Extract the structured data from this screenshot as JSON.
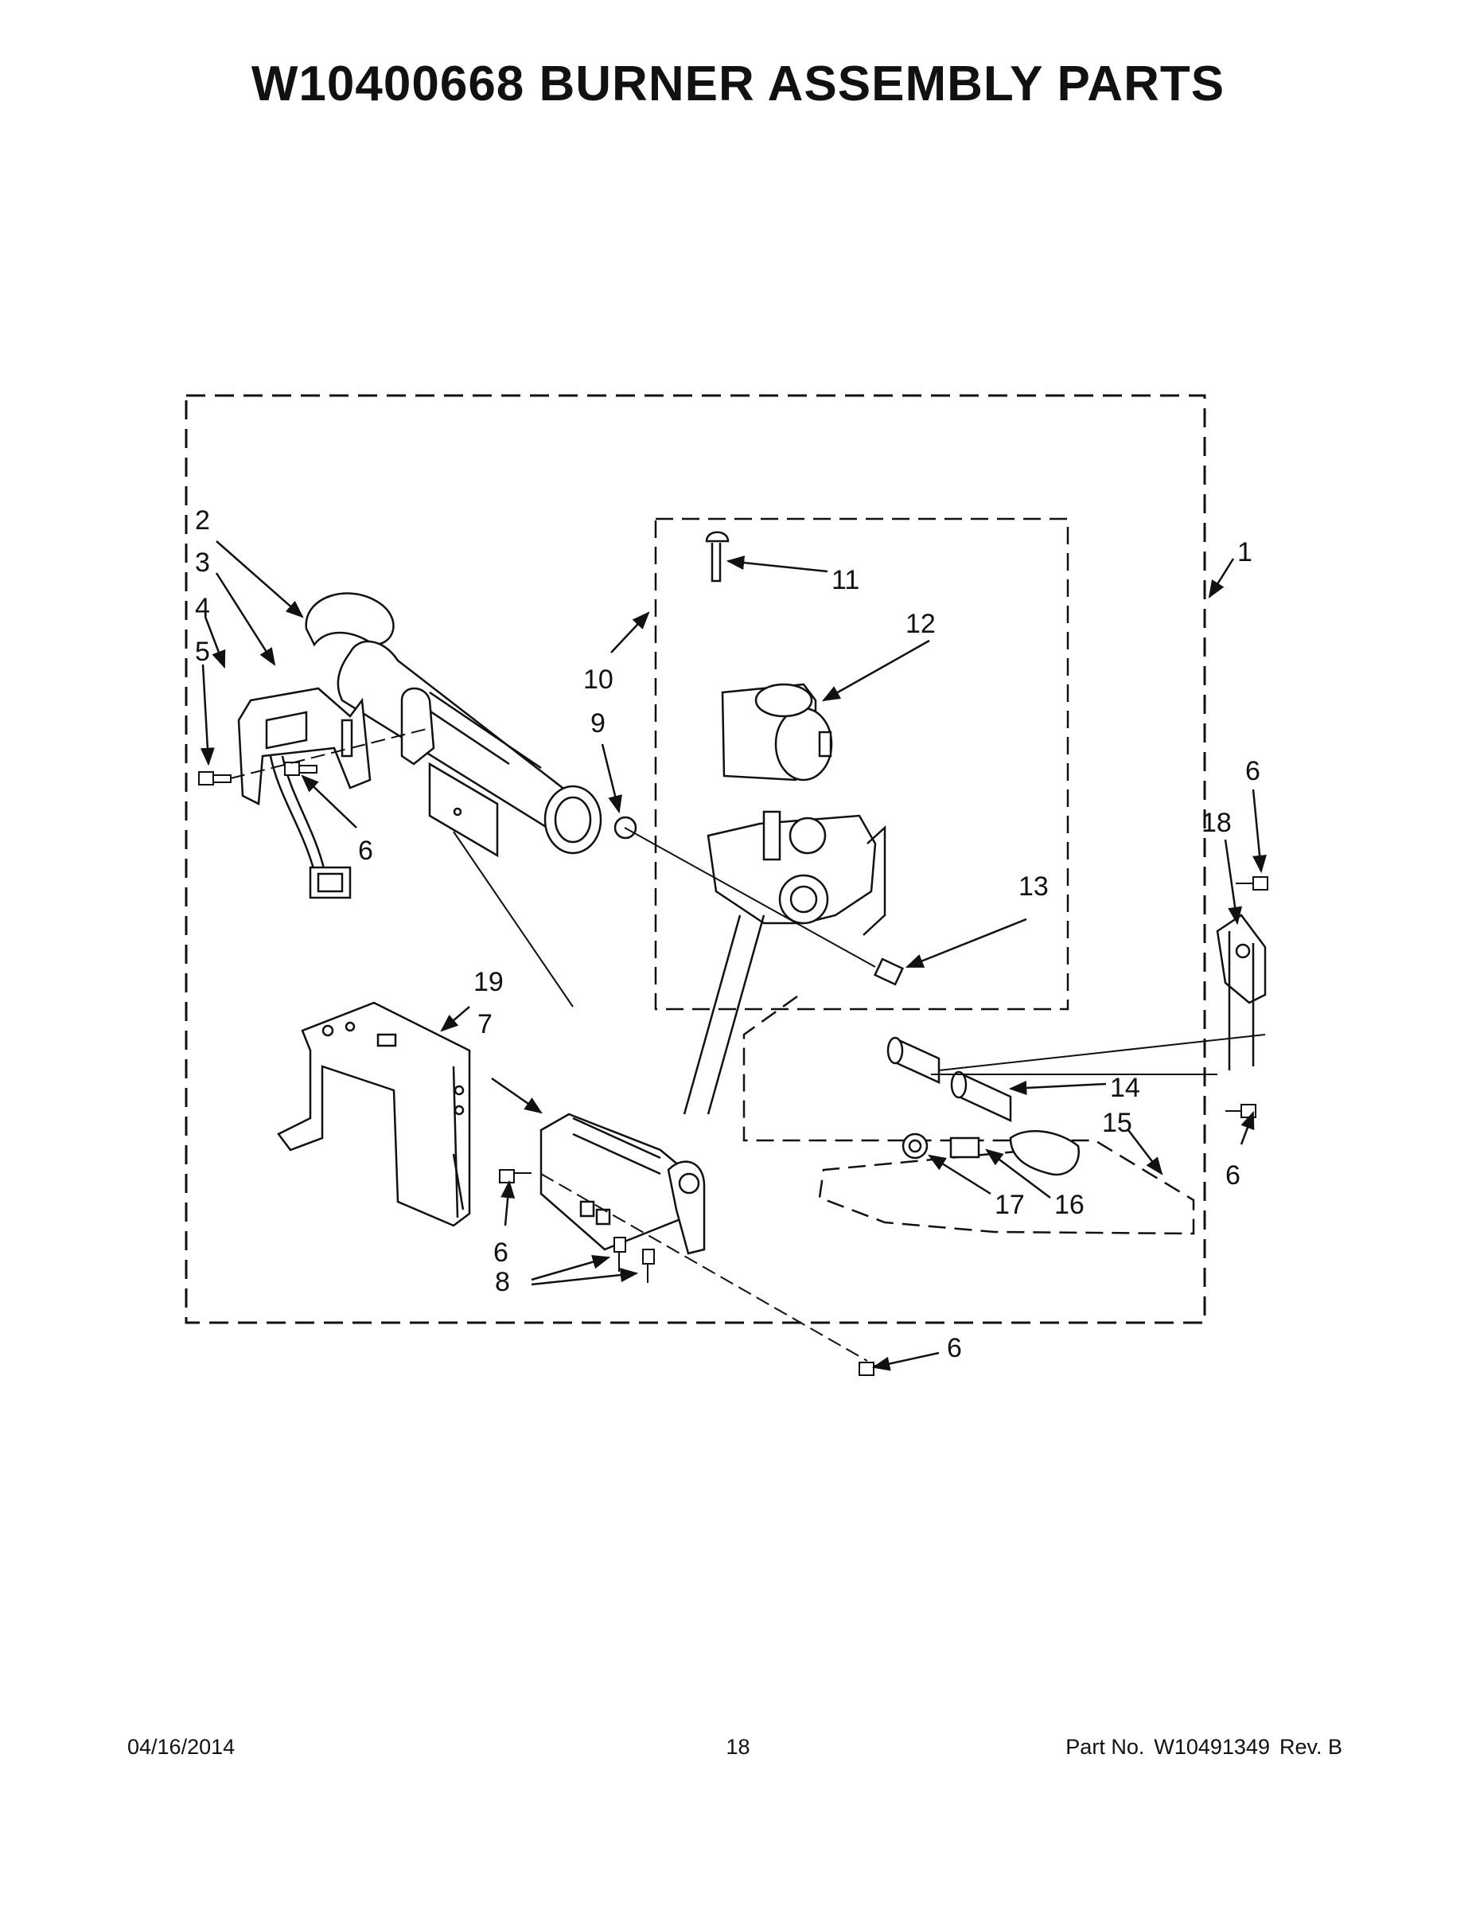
{
  "header": {
    "title": "W10400668 BURNER ASSEMBLY PARTS"
  },
  "callouts": [
    {
      "id": "c1",
      "label": "1"
    },
    {
      "id": "c2",
      "label": "2"
    },
    {
      "id": "c3",
      "label": "3"
    },
    {
      "id": "c4",
      "label": "4"
    },
    {
      "id": "c5",
      "label": "5"
    },
    {
      "id": "c6a",
      "label": "6"
    },
    {
      "id": "c6b",
      "label": "6"
    },
    {
      "id": "c6c",
      "label": "6"
    },
    {
      "id": "c6d",
      "label": "6"
    },
    {
      "id": "c6e",
      "label": "6"
    },
    {
      "id": "c7",
      "label": "7"
    },
    {
      "id": "c8",
      "label": "8"
    },
    {
      "id": "c9",
      "label": "9"
    },
    {
      "id": "c10",
      "label": "10"
    },
    {
      "id": "c11",
      "label": "11"
    },
    {
      "id": "c12",
      "label": "12"
    },
    {
      "id": "c13",
      "label": "13"
    },
    {
      "id": "c14",
      "label": "14"
    },
    {
      "id": "c15",
      "label": "15"
    },
    {
      "id": "c16",
      "label": "16"
    },
    {
      "id": "c17",
      "label": "17"
    },
    {
      "id": "c18",
      "label": "18"
    },
    {
      "id": "c19",
      "label": "19"
    },
    {
      "id": "c6f",
      "label": "6"
    }
  ],
  "footer": {
    "date": "04/16/2014",
    "page": "18",
    "part_label": "Part No.",
    "part_number": "W10491349",
    "revision": "Rev. B"
  }
}
